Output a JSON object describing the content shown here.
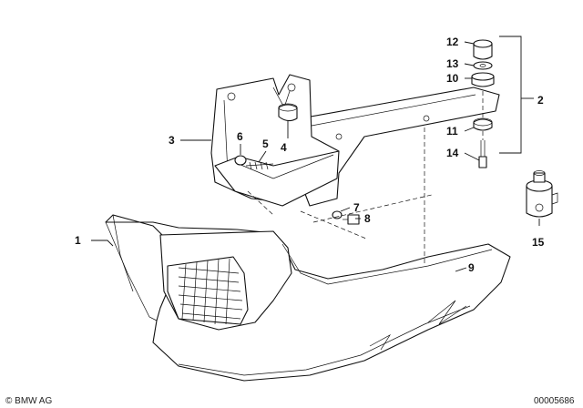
{
  "diagram": {
    "callouts": {
      "c1": "1",
      "c2": "2",
      "c3": "3",
      "c4": "4",
      "c5": "5",
      "c6": "6",
      "c7": "7",
      "c8": "8",
      "c9": "9",
      "c10": "10",
      "c11": "11",
      "c12": "12",
      "c13": "13",
      "c14": "14",
      "c15": "15"
    },
    "footer": {
      "copyright": "© BMW AG",
      "drawing_number": "00005686"
    }
  }
}
